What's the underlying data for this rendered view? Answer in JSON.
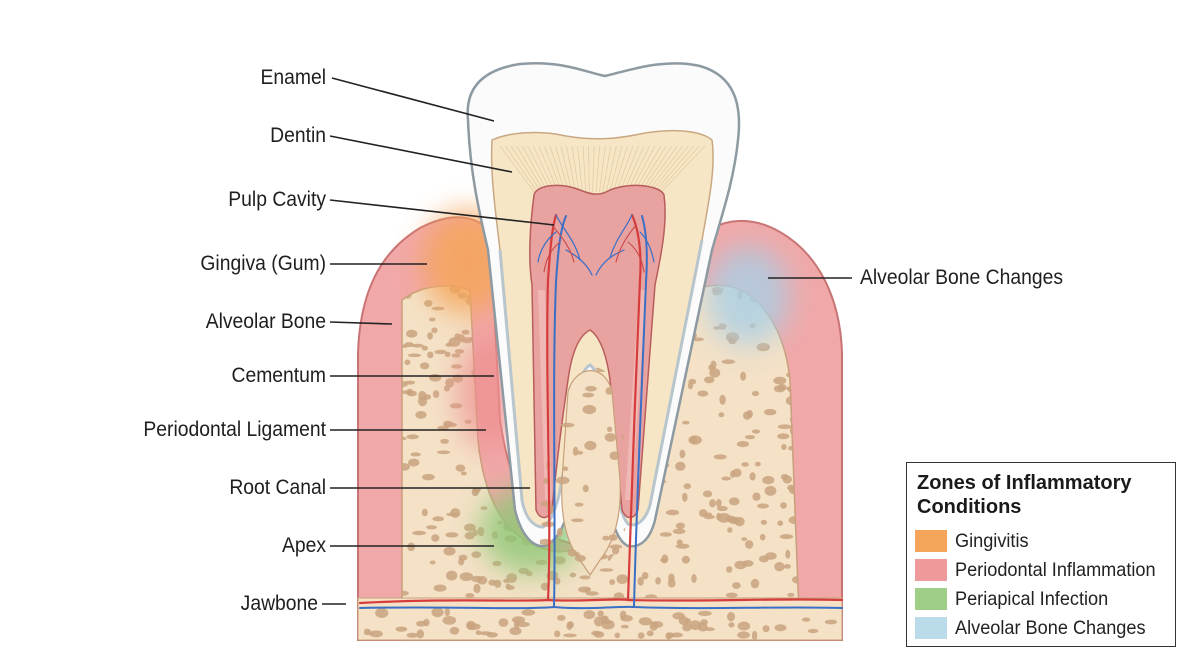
{
  "labels_left": [
    {
      "id": "enamel",
      "text": "Enamel"
    },
    {
      "id": "dentin",
      "text": "Dentin"
    },
    {
      "id": "pulp-cavity",
      "text": "Pulp Cavity"
    },
    {
      "id": "gingiva",
      "text": "Gingiva (Gum)"
    },
    {
      "id": "alveolar-bone",
      "text": "Alveolar Bone"
    },
    {
      "id": "cementum",
      "text": "Cementum"
    },
    {
      "id": "periodontal-ligament",
      "text": "Periodontal Ligament"
    },
    {
      "id": "root-canal",
      "text": "Root Canal"
    },
    {
      "id": "apex",
      "text": "Apex"
    },
    {
      "id": "jawbone",
      "text": "Jawbone"
    }
  ],
  "labels_right": [
    {
      "id": "alveolar-bone-changes",
      "text": "Alveolar Bone Changes"
    }
  ],
  "legend": {
    "title": "Zones of Inflammatory Conditions",
    "items": [
      {
        "label": "Gingivitis",
        "color": "#f5a55a"
      },
      {
        "label": "Periodontal Inflammation",
        "color": "#ee9a9a"
      },
      {
        "label": "Periapical Infection",
        "color": "#9fcf86"
      },
      {
        "label": "Alveolar Bone Changes",
        "color": "#b9dbea"
      }
    ]
  },
  "colors": {
    "enamel": "#fafafa",
    "dentin": "#f6e6c6",
    "pulp": "#e8a2a0",
    "gingiva": "#f1a8a8",
    "bone": "#f4e1c6",
    "bone_pores": "#c9a37f",
    "artery": "#d63c3c",
    "vein": "#3a6fc6"
  }
}
